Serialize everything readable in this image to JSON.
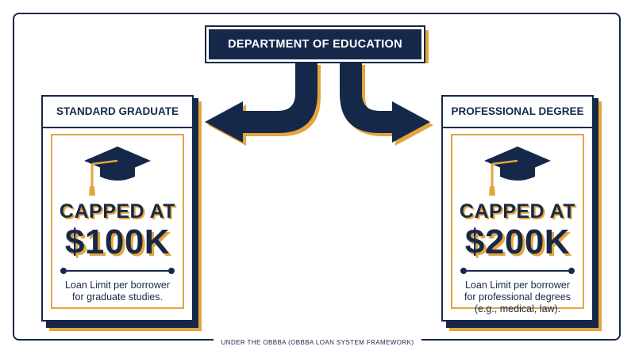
{
  "header": {
    "title": "DEPARTMENT OF EDUCATION"
  },
  "cards": [
    {
      "title": "STANDARD GRADUATE",
      "capped": "CAPPED AT",
      "amount": "$100K",
      "desc_lines": [
        "Loan Limit per borrower",
        "for graduate studies."
      ]
    },
    {
      "title": "PROFESSIONAL DEGREE",
      "capped": "CAPPED AT",
      "amount": "$200K",
      "desc_lines": [
        "Loan Limit per borrower",
        "for professional degrees",
        "(e.g., medical, law)."
      ]
    }
  ],
  "footer": {
    "text": "UNDER THE OBBBA (OBBBA LOAN SYSTEM FRAMEWORK)"
  },
  "colors": {
    "navy": "#16284a",
    "gold": "#e3a63f",
    "background": "#ffffff"
  },
  "icons": {
    "cap": "graduation-cap-icon",
    "arrow_left": "arrow-left-icon",
    "arrow_right": "arrow-right-icon"
  }
}
